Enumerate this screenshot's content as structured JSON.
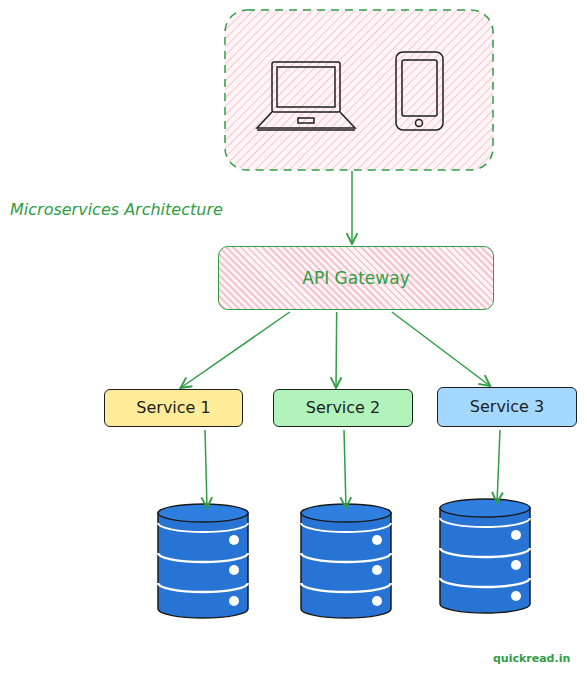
{
  "diagram": {
    "title": "Microservices Architecture",
    "nodes": [
      {
        "text": [
          "API Gateway"
        ]
      },
      {
        "text": [
          "Service 1"
        ]
      },
      {
        "text": [
          "Service 2"
        ]
      },
      {
        "text": [
          "Service 3"
        ]
      }
    ],
    "edges": [
      {
        "from": 0,
        "to": 1,
        "arrow": "to"
      },
      {
        "from": 0,
        "to": 2,
        "arrow": "to"
      },
      {
        "from": 0,
        "to": 3,
        "arrow": "to"
      }
    ],
    "labels": [
      "quickread.in"
    ]
  }
}
